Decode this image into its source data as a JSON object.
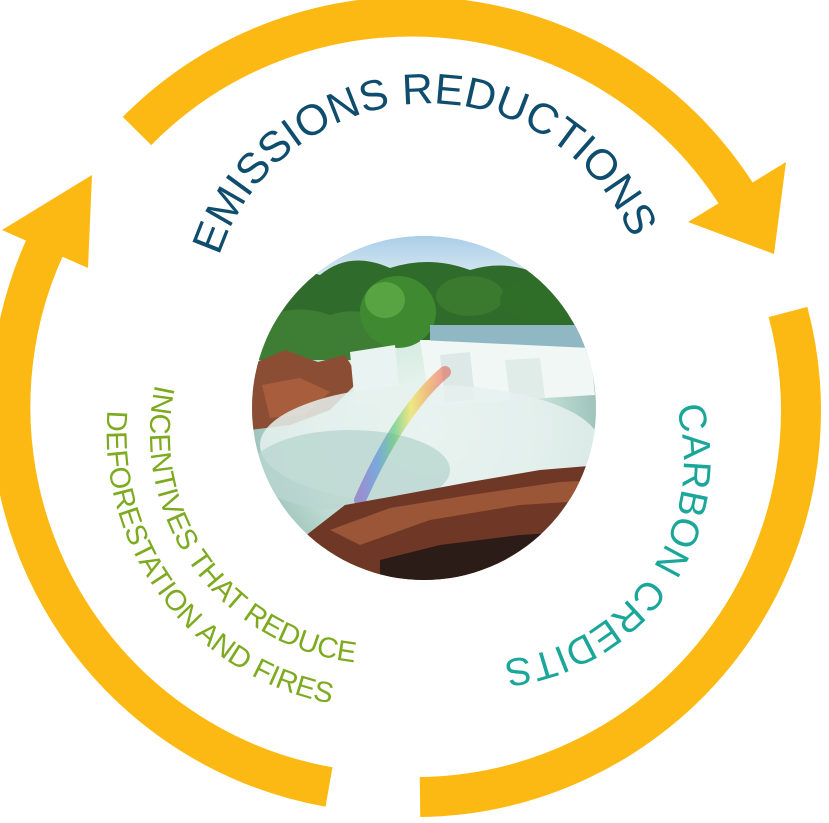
{
  "labels": {
    "emissions_reductions": "EMISSIONS REDUCTIONS",
    "carbon_credits": "CARBON CREDITS",
    "incentives_line1": "INCENTIVES THAT REDUCE",
    "incentives_line2": "DEFORESTATION AND FIRES"
  },
  "colors": {
    "cycle_arrows": "#FDB913",
    "emissions_text": "#0F4D6E",
    "carbon_text": "#1AA79A",
    "incentives_text": "#7DAA1F"
  },
  "image": {
    "subject": "waterfall-with-rainbow-photo"
  }
}
